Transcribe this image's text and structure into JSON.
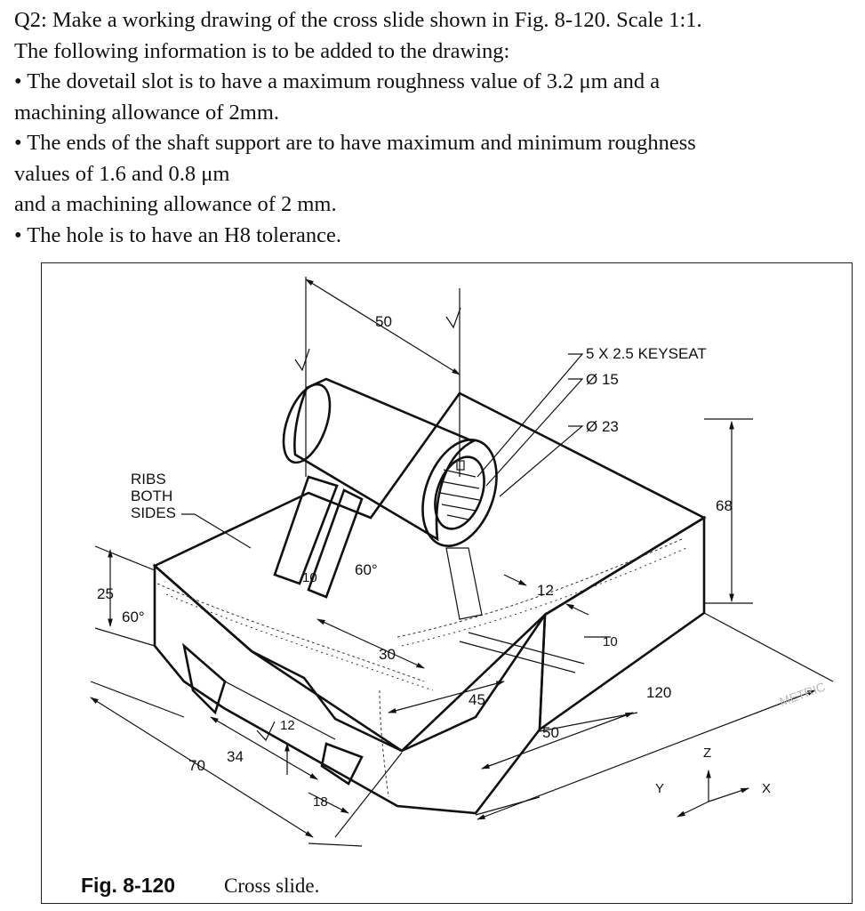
{
  "question": {
    "line1": "Q2: Make a working drawing of the cross slide shown in Fig. 8-120. Scale 1:1.",
    "line2": "The following information is to be added to the drawing:",
    "line3": "• The dovetail slot is to have a maximum roughness value of 3.2 μm and a",
    "line4": "machining allowance of 2mm.",
    "line5": "• The ends of the shaft support are to have maximum and minimum roughness",
    "line6": "values of 1.6 and 0.8 μm",
    "line7": "and a machining allowance of 2 mm.",
    "line8": "• The hole is to have an H8 tolerance."
  },
  "figure": {
    "labels": {
      "dim_50_top": "50",
      "keyseat": "5 X 2.5 KEYSEAT",
      "dia_15": "Ø 15",
      "dia_23": "Ø 23",
      "dim_68": "68",
      "ribs_1": "RIBS",
      "ribs_2": "BOTH",
      "ribs_3": "SIDES",
      "dim_25": "25",
      "angle_60_left": "60°",
      "dim_10_rib": "10",
      "angle_60_rib": "60°",
      "dim_12_right": "12",
      "dim_10_right": "10",
      "dim_30": "30",
      "dim_45": "45",
      "dim_120": "120",
      "dim_12_slot": "12",
      "dim_50_bottom": "50",
      "dim_34": "34",
      "dim_70": "70",
      "dim_18": "18",
      "axis_z": "Z",
      "axis_y": "Y",
      "axis_x": "X",
      "metric": "METRIC"
    },
    "caption": {
      "number": "Fig. 8-120",
      "title": "Cross slide."
    }
  }
}
